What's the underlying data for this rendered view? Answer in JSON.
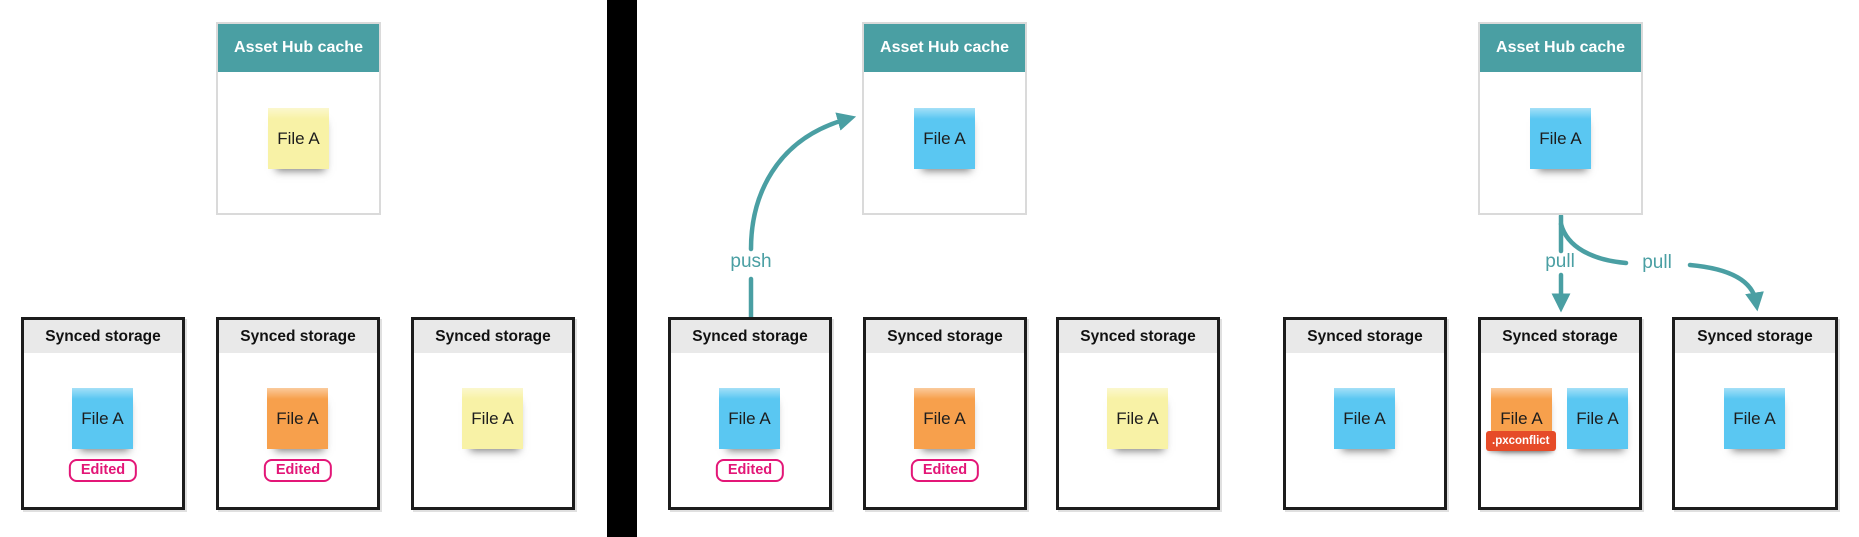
{
  "colors": {
    "teal": "#4A9FA3",
    "sticky_blue": "#5AC7F2",
    "sticky_yellow": "#F8F2A6",
    "sticky_orange": "#F7A04C",
    "badge_pink": "#E31677",
    "conflict_red": "#E64B28",
    "storage_header_gray": "#E9E9E9",
    "divider_black": "#000000"
  },
  "panels": [
    {
      "name": "local-edits",
      "cache": {
        "title": "Asset Hub cache",
        "file": {
          "label": "File A",
          "color": "yellow"
        }
      },
      "storages": [
        {
          "title": "Synced storage",
          "badge": "Edited",
          "files": [
            {
              "label": "File A",
              "color": "blue"
            }
          ]
        },
        {
          "title": "Synced storage",
          "badge": "Edited",
          "files": [
            {
              "label": "File A",
              "color": "orange"
            }
          ]
        },
        {
          "title": "Synced storage",
          "files": [
            {
              "label": "File A",
              "color": "yellow"
            }
          ]
        }
      ]
    },
    {
      "name": "push",
      "arrow_label": "push",
      "cache": {
        "title": "Asset Hub cache",
        "file": {
          "label": "File A",
          "color": "blue"
        }
      },
      "storages": [
        {
          "title": "Synced storage",
          "badge": "Edited",
          "files": [
            {
              "label": "File A",
              "color": "blue"
            }
          ]
        },
        {
          "title": "Synced storage",
          "badge": "Edited",
          "files": [
            {
              "label": "File A",
              "color": "orange"
            }
          ]
        },
        {
          "title": "Synced storage",
          "files": [
            {
              "label": "File A",
              "color": "yellow"
            }
          ]
        }
      ]
    },
    {
      "name": "pull",
      "arrow_labels": [
        "pull",
        "pull"
      ],
      "cache": {
        "title": "Asset Hub cache",
        "file": {
          "label": "File A",
          "color": "blue"
        }
      },
      "storages": [
        {
          "title": "Synced storage",
          "files": [
            {
              "label": "File A",
              "color": "blue"
            }
          ]
        },
        {
          "title": "Synced storage",
          "files": [
            {
              "label": "File A",
              "color": "orange",
              "conflict_tag": ".pxconflict"
            },
            {
              "label": "File A",
              "color": "blue"
            }
          ]
        },
        {
          "title": "Synced storage",
          "files": [
            {
              "label": "File A",
              "color": "blue"
            }
          ]
        }
      ]
    }
  ]
}
